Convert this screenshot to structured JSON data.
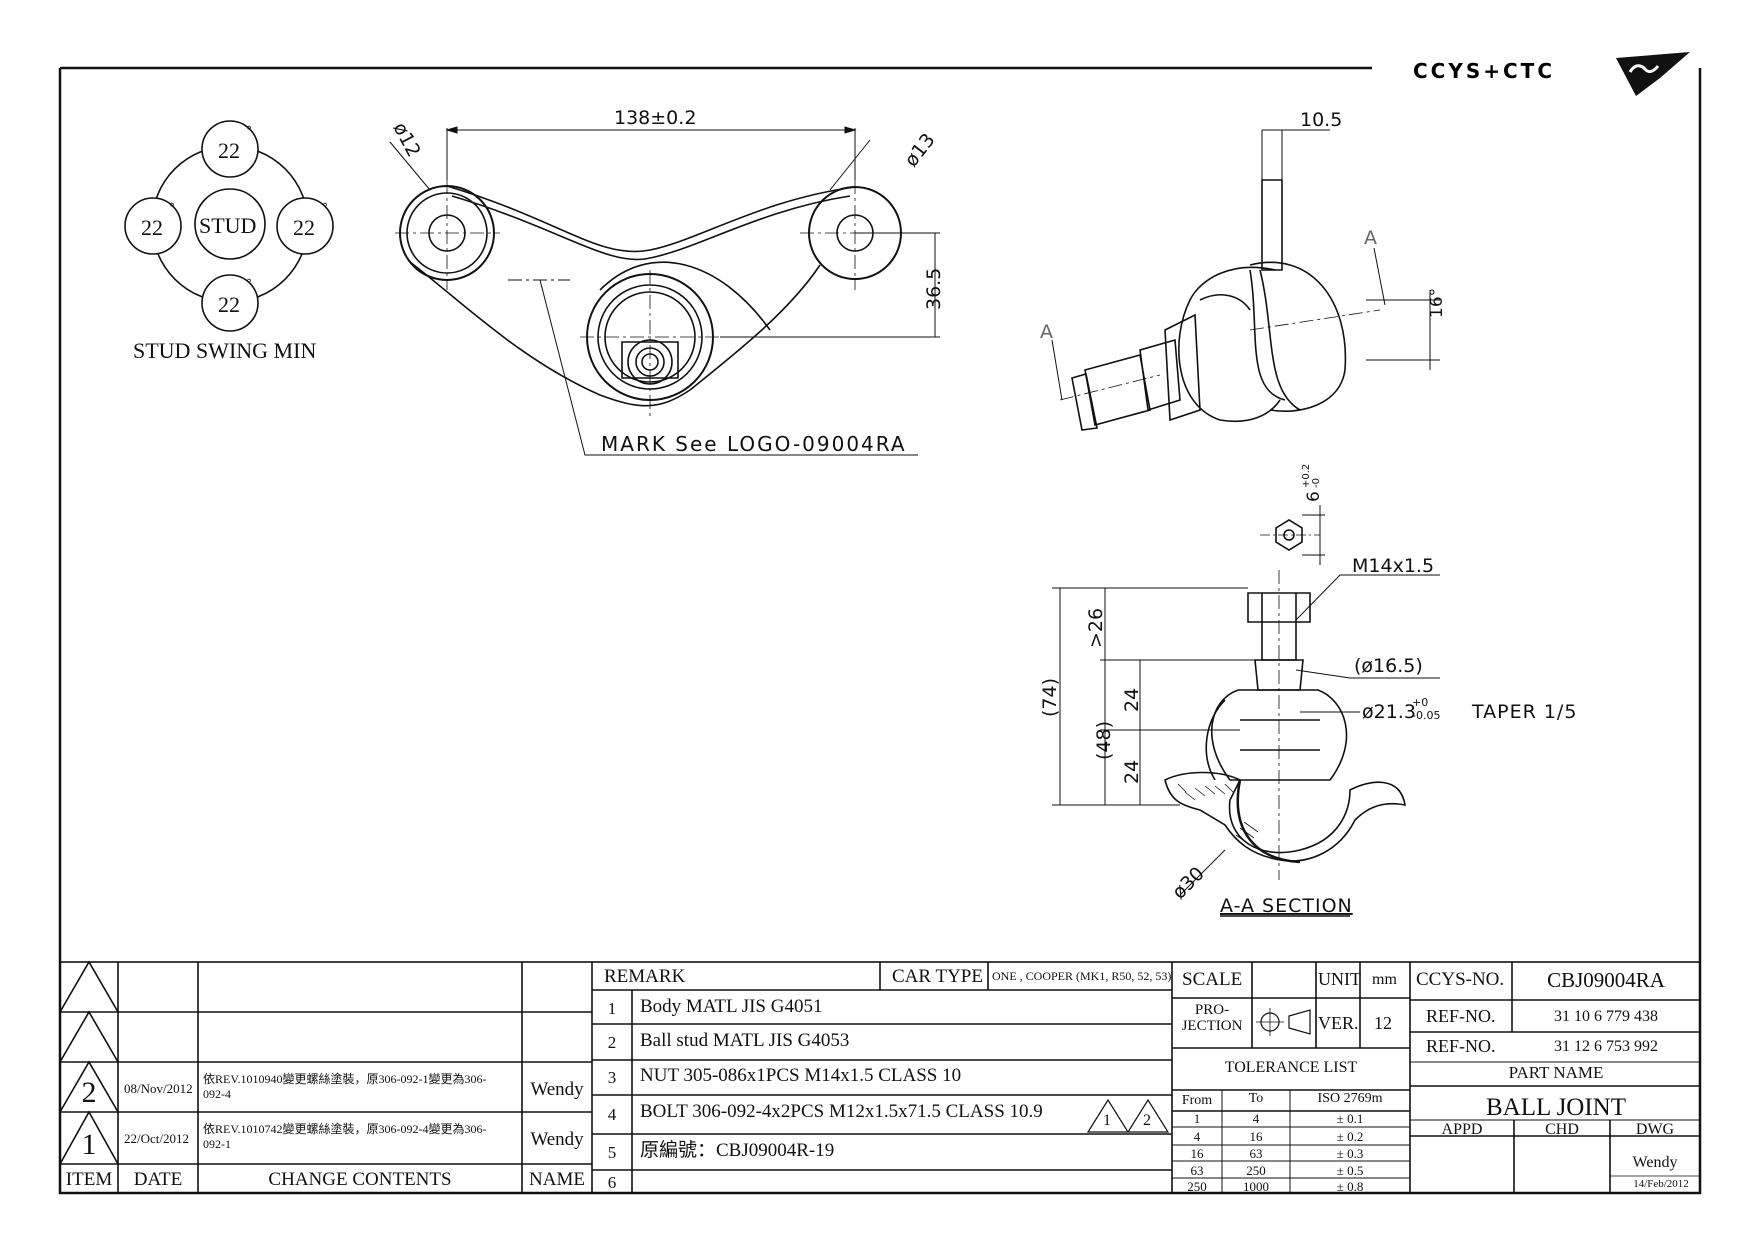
{
  "brand": {
    "logo_text": "CCYS+CTC"
  },
  "drawing": {
    "stud_swing": {
      "angles": [
        "22",
        "22",
        "22",
        "22"
      ],
      "degree_mark": "°",
      "center_label": "STUD",
      "caption": "STUD SWING MIN"
    },
    "top_view": {
      "dim_length": "138±0.2",
      "dim_left_hole": "ø12",
      "dim_right_hole": "ø13",
      "dim_offset": "36.5",
      "mark_note": "MARK See LOGO-09004RA"
    },
    "side_view": {
      "dim_top": "10.5",
      "section_letter": "A",
      "angle": "16°"
    },
    "section_view": {
      "hex_dim": "6",
      "hex_tol_upper": "+0.2",
      "hex_tol_lower": "-0",
      "thread": "M14x1.5",
      "dim_16_5": "(ø16.5)",
      "taper_dia": "ø21.3",
      "taper_tol_upper": "+0",
      "taper_tol_lower": "-0.05",
      "taper_note": "TAPER 1/5",
      "dim_74": "(74)",
      "dim_48": "(48)",
      "dim_26": ">26",
      "dim_24a": "24",
      "dim_24b": "24",
      "dim_30": "ø30",
      "section_title": "A-A SECTION"
    }
  },
  "revisions": {
    "headers": {
      "item": "ITEM",
      "date": "DATE",
      "contents": "CHANGE CONTENTS",
      "name": "NAME"
    },
    "rows": [
      {
        "item": "",
        "date": "",
        "contents": "",
        "name": ""
      },
      {
        "item": "",
        "date": "",
        "contents": "",
        "name": ""
      },
      {
        "item": "2",
        "date": "08/Nov/2012",
        "contents": "依REV.1010940變更螺絲塗裝，原306-092-1變更為306-092-4",
        "name": "Wendy"
      },
      {
        "item": "1",
        "date": "22/Oct/2012",
        "contents": "依REV.1010742變更螺絲塗裝，原306-092-4變更為306-092-1",
        "name": "Wendy"
      }
    ]
  },
  "remarks": {
    "header": "REMARK",
    "car_type_label": "CAR TYPE",
    "car_type_value": "ONE , COOPER (MK1, R50, 52, 53)",
    "rows": [
      {
        "no": "1",
        "text": "Body MATL JIS G4051"
      },
      {
        "no": "2",
        "text": "Ball stud MATL JIS G4053"
      },
      {
        "no": "3",
        "text": "NUT 305-086x1PCS M14x1.5 CLASS 10"
      },
      {
        "no": "4",
        "text": "BOLT 306-092-4x2PCS M12x1.5x71.5 CLASS 10.9",
        "rev_marks": [
          "1",
          "2"
        ]
      },
      {
        "no": "5",
        "text": "原編號：CBJ09004R-19"
      },
      {
        "no": "6",
        "text": ""
      }
    ]
  },
  "specs": {
    "scale_label": "SCALE",
    "scale_value": "",
    "unit_label": "UNIT",
    "unit_value": "mm",
    "projection_label_1": "PRO-",
    "projection_label_2": "JECTION",
    "ver_label": "VER.",
    "ver_value": "12",
    "tolerance_title": "TOLERANCE LIST",
    "tolerance_headers": {
      "from": "From",
      "to": "To",
      "iso": "ISO 2769m"
    },
    "tolerance_rows": [
      {
        "from": "1",
        "to": "4",
        "tol": "± 0.1"
      },
      {
        "from": "4",
        "to": "16",
        "tol": "± 0.2"
      },
      {
        "from": "16",
        "to": "63",
        "tol": "± 0.3"
      },
      {
        "from": "63",
        "to": "250",
        "tol": "± 0.5"
      },
      {
        "from": "250",
        "to": "1000",
        "tol": "± 0.8"
      }
    ]
  },
  "part_info": {
    "ccys_no_label": "CCYS-NO.",
    "ccys_no": "CBJ09004RA",
    "ref_no_label_1": "REF-NO.",
    "ref_no_1": "31 10 6 779 438",
    "ref_no_label_2": "REF-NO.",
    "ref_no_2": "31 12 6 753 992",
    "part_name_label": "PART NAME",
    "part_name": "BALL JOINT",
    "appd_label": "APPD",
    "chd_label": "CHD",
    "dwg_label": "DWG",
    "dwg_name": "Wendy",
    "dwg_date": "14/Feb/2012"
  }
}
